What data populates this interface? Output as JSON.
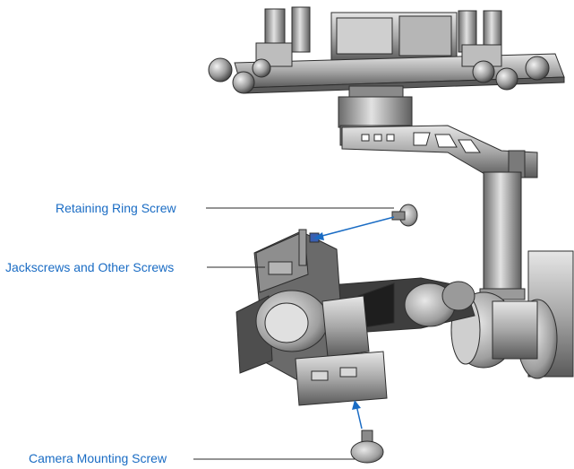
{
  "labels": {
    "retaining_ring_screw": "Retaining Ring Screw",
    "jackscrews_other": "Jackscrews and Other Screws",
    "camera_mounting_screw": "Camera Mounting Screw"
  },
  "colors": {
    "label": "#1a6cc4",
    "leader": "#2a2a2a",
    "arrow": "#1a6cc4",
    "metal_dark": "#4a4a4a",
    "metal_mid": "#8c8c8c",
    "metal_light": "#d0d0d0",
    "outline": "#2e2e2e"
  }
}
